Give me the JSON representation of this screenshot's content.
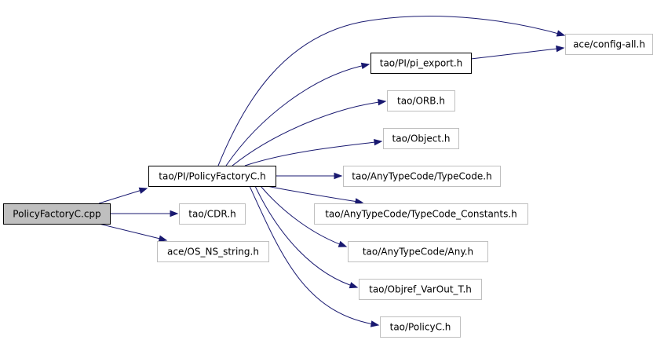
{
  "diagram": {
    "nodes": [
      {
        "id": "policyfactoryc_cpp",
        "label": "PolicyFactoryC.cpp",
        "style": "root"
      },
      {
        "id": "policyfactoryc_h",
        "label": "tao/PI/PolicyFactoryC.h",
        "style": "primary"
      },
      {
        "id": "cdr_h",
        "label": "tao/CDR.h",
        "style": "secondary"
      },
      {
        "id": "os_ns_string_h",
        "label": "ace/OS_NS_string.h",
        "style": "secondary"
      },
      {
        "id": "pi_export_h",
        "label": "tao/PI/pi_export.h",
        "style": "primary"
      },
      {
        "id": "config_all_h",
        "label": "ace/config-all.h",
        "style": "secondary"
      },
      {
        "id": "orb_h",
        "label": "tao/ORB.h",
        "style": "secondary"
      },
      {
        "id": "object_h",
        "label": "tao/Object.h",
        "style": "secondary"
      },
      {
        "id": "typecode_h",
        "label": "tao/AnyTypeCode/TypeCode.h",
        "style": "secondary"
      },
      {
        "id": "typecode_constants_h",
        "label": "tao/AnyTypeCode/TypeCode_Constants.h",
        "style": "secondary"
      },
      {
        "id": "any_h",
        "label": "tao/AnyTypeCode/Any.h",
        "style": "secondary"
      },
      {
        "id": "objref_varout_t_h",
        "label": "tao/Objref_VarOut_T.h",
        "style": "secondary"
      },
      {
        "id": "policyc_h",
        "label": "tao/PolicyC.h",
        "style": "secondary"
      }
    ],
    "edges": [
      {
        "from": "policyfactoryc_cpp",
        "to": "policyfactoryc_h"
      },
      {
        "from": "policyfactoryc_cpp",
        "to": "cdr_h"
      },
      {
        "from": "policyfactoryc_cpp",
        "to": "os_ns_string_h"
      },
      {
        "from": "policyfactoryc_h",
        "to": "config_all_h"
      },
      {
        "from": "policyfactoryc_h",
        "to": "pi_export_h"
      },
      {
        "from": "policyfactoryc_h",
        "to": "orb_h"
      },
      {
        "from": "policyfactoryc_h",
        "to": "object_h"
      },
      {
        "from": "policyfactoryc_h",
        "to": "typecode_h"
      },
      {
        "from": "policyfactoryc_h",
        "to": "typecode_constants_h"
      },
      {
        "from": "policyfactoryc_h",
        "to": "any_h"
      },
      {
        "from": "policyfactoryc_h",
        "to": "objref_varout_t_h"
      },
      {
        "from": "policyfactoryc_h",
        "to": "policyc_h"
      },
      {
        "from": "pi_export_h",
        "to": "config_all_h"
      }
    ],
    "colors": {
      "edge": "#191970",
      "root_fill": "#bfbfbf",
      "primary_border": "#000000",
      "secondary_border": "#bfbfbf"
    }
  }
}
